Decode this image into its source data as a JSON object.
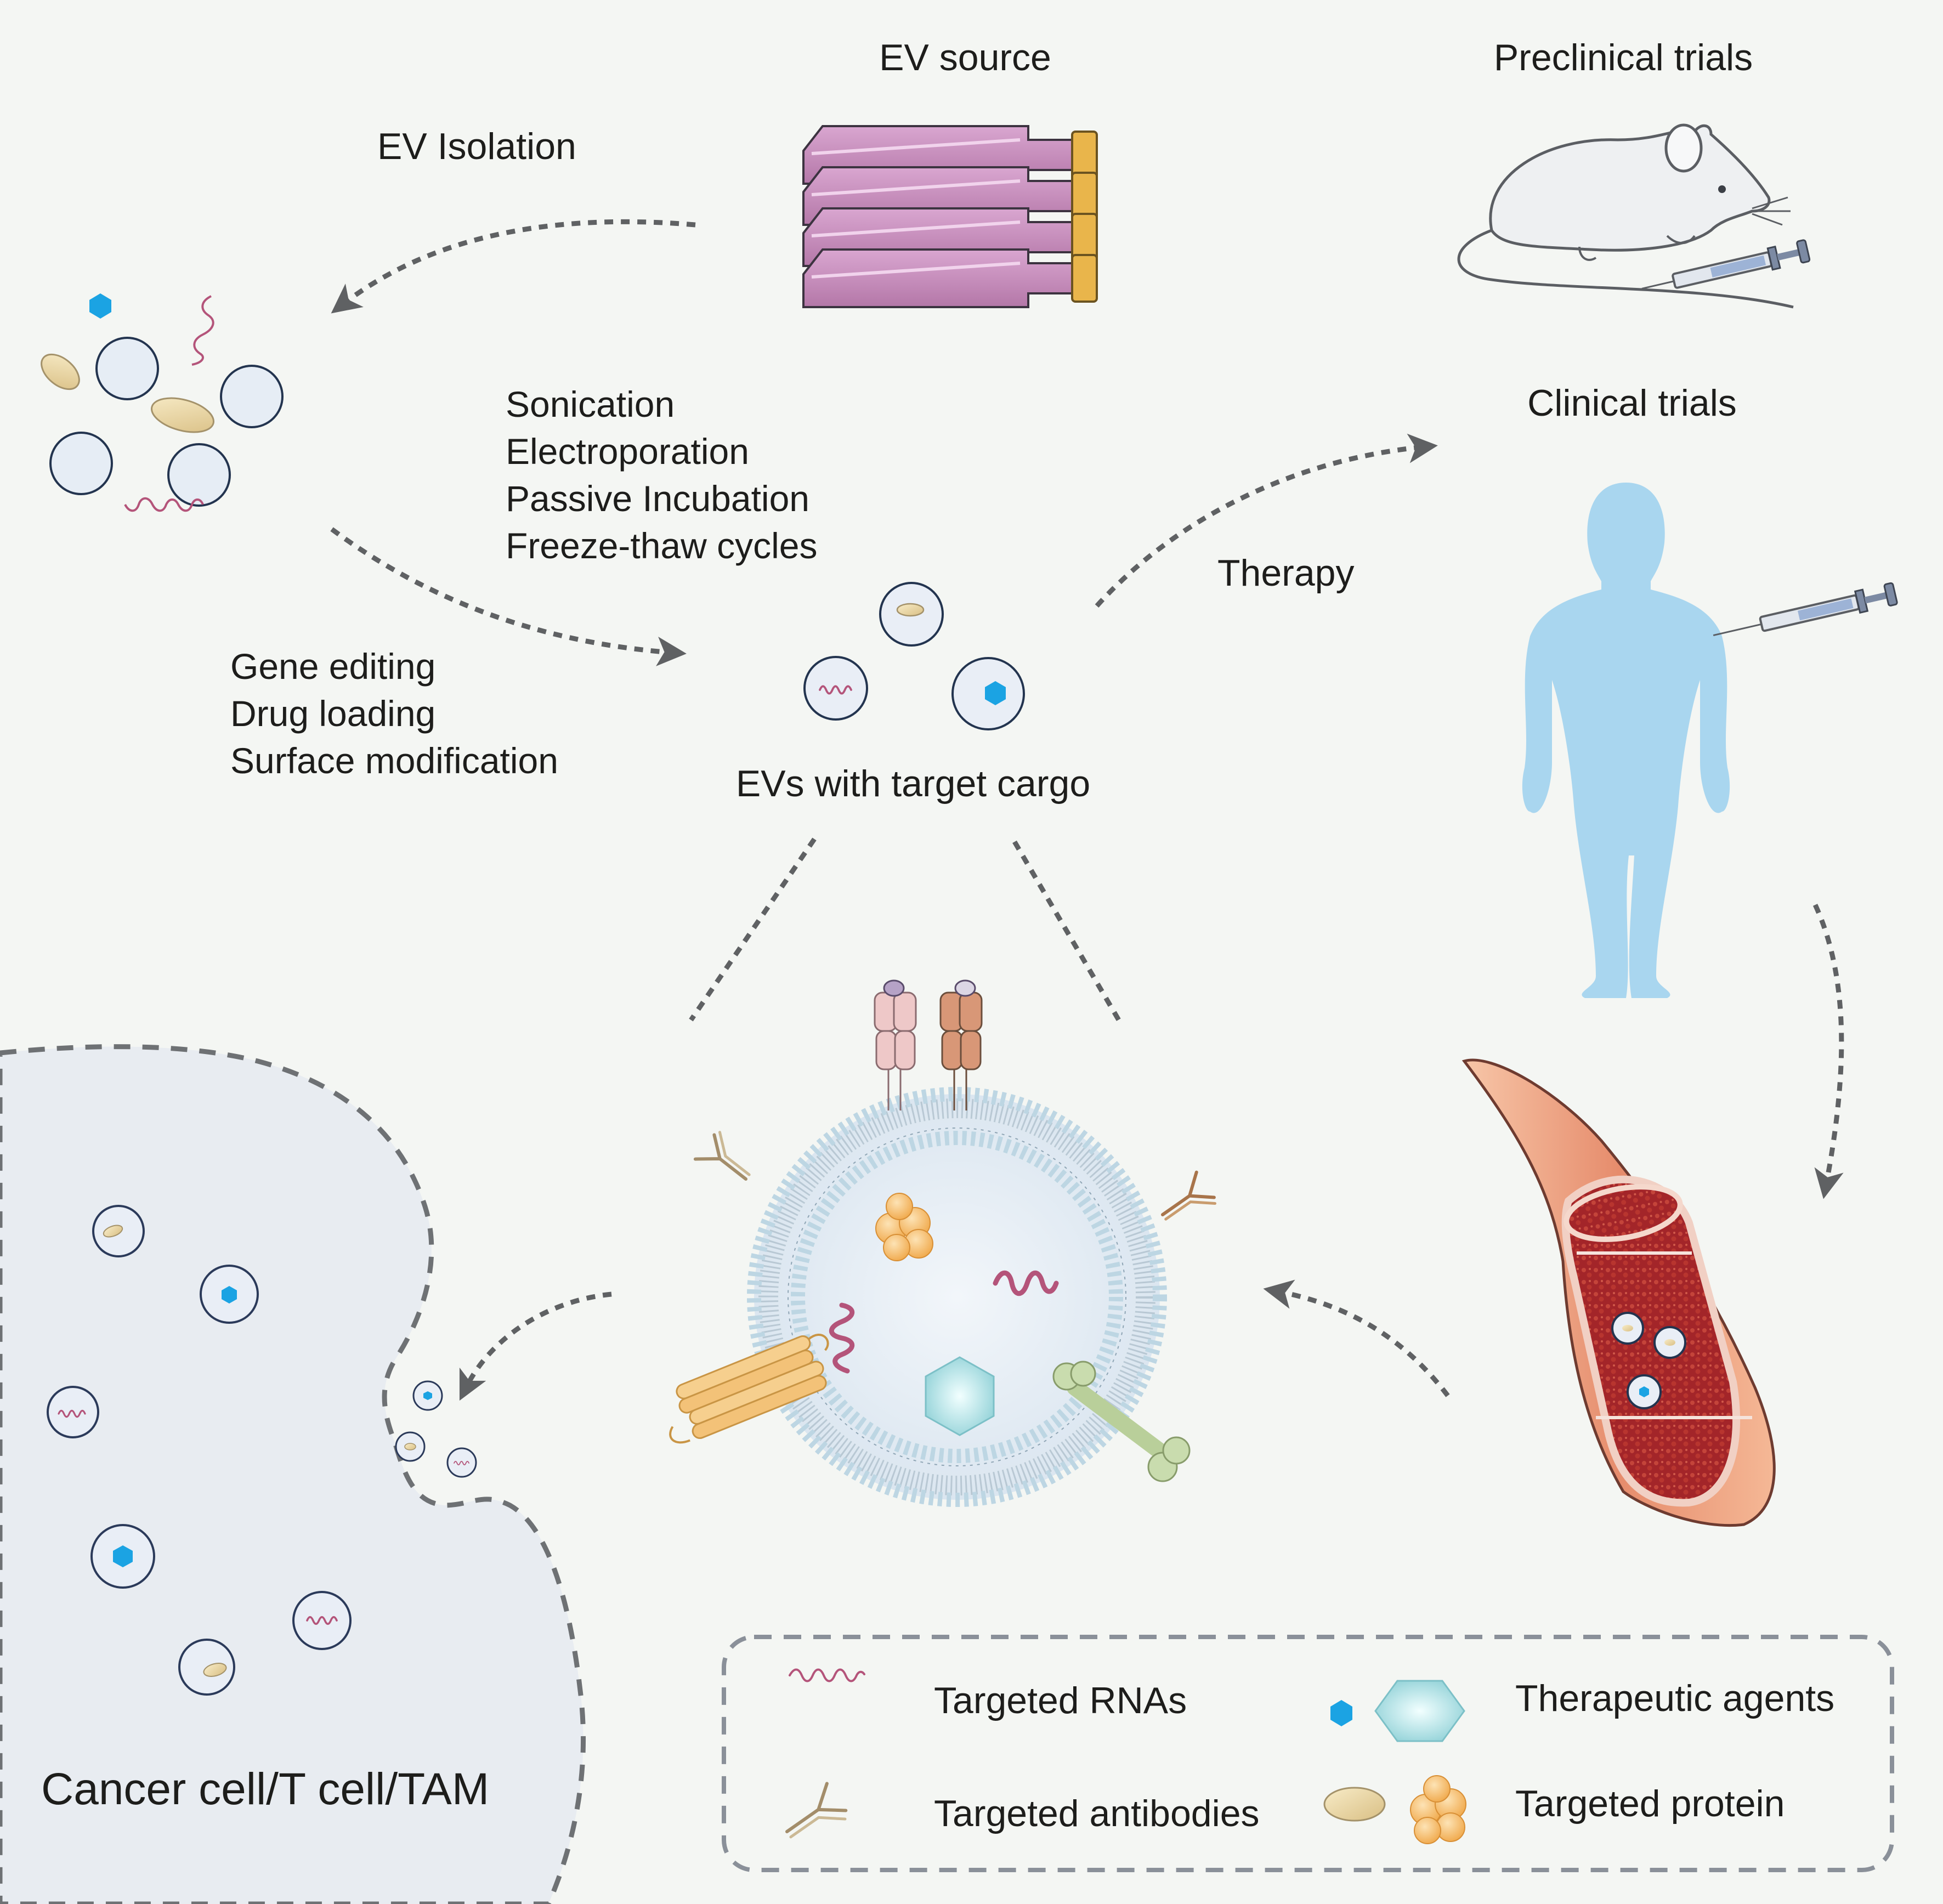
{
  "labels": {
    "ev_source": "EV source",
    "preclinical": "Preclinical trials",
    "ev_isolation": "EV Isolation",
    "loading_methods": [
      "Sonication",
      "Electroporation",
      "Passive Incubation",
      "Freeze-thaw cycles"
    ],
    "clinical": "Clinical trials",
    "therapy": "Therapy",
    "modifications": [
      "Gene editing",
      "Drug loading",
      "Surface modification"
    ],
    "evs_cargo": "EVs with target cargo",
    "target_cell": "Cancer cell/T cell/TAM"
  },
  "legend": {
    "rnas": "Targeted RNAs",
    "antibodies": "Targeted antibodies",
    "agents": "Therapeutic agents",
    "protein": "Targeted protein"
  },
  "colors": {
    "background": "#f4f6f3",
    "arrow": "#5f6163",
    "flask": "#c68fbd",
    "cap": "#e9b54b",
    "human": "#a9d6ef",
    "membrane": "#bdd6e3",
    "drug": "#1ba3e3",
    "rna": "#b4547a",
    "protein_cluster": "#f2b866",
    "vessel": "#a8262a"
  }
}
